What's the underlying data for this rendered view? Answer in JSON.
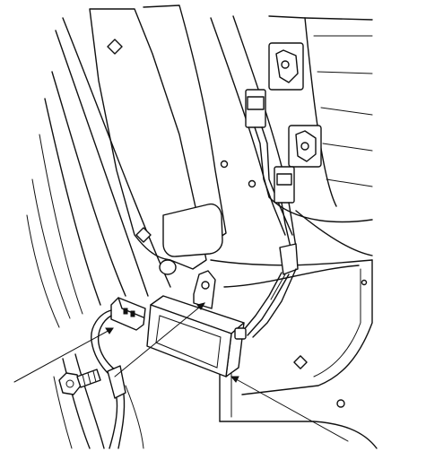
{
  "figure": {
    "kind": "line-art installation illustration",
    "components": [
      "body-panel",
      "antenna-unit",
      "wiring-harness",
      "connector",
      "mounting-bolt",
      "clip",
      "leader-line"
    ],
    "leader_lines": 3,
    "labels": []
  },
  "colors": {
    "line": "#111111",
    "background": "#ffffff"
  }
}
